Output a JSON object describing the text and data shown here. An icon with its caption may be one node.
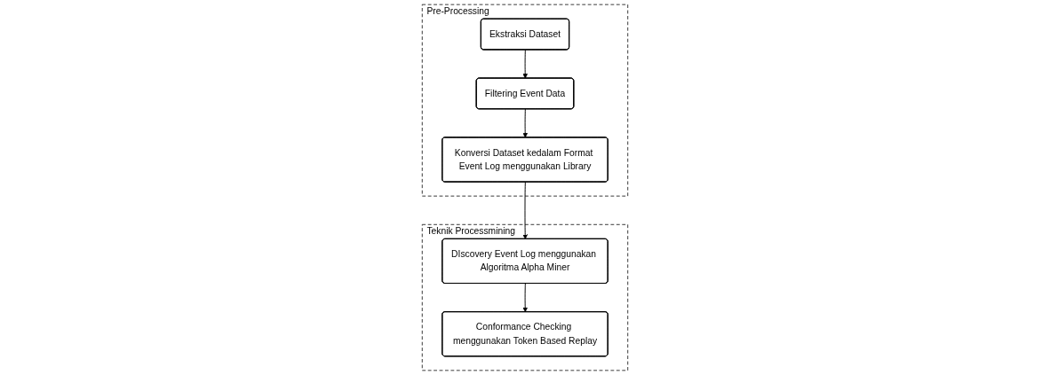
{
  "diagram": {
    "nodes": [
      {
        "text": [
          "Pre-Processing"
        ]
      },
      {
        "text": [
          "Ekstraksi Dataset"
        ],
        "in": 0
      },
      {
        "text": [
          "Filtering Event Data"
        ],
        "in": 0
      },
      {
        "text": [
          "Konversi Dataset kedalam Format Event Log menggunakan Library"
        ],
        "in": 0
      },
      {
        "text": [
          "Teknik Processmining"
        ]
      },
      {
        "text": [
          "Conformance Checking menggunakan Token Based Replay"
        ],
        "in": 4
      },
      {
        "text": [
          "DIscovery Event Log menggunakan Algoritma Alpha Miner"
        ],
        "in": 4
      }
    ],
    "edges": [
      {
        "from": 1,
        "to": 2,
        "arrow": "to"
      },
      {
        "from": 2,
        "to": 3,
        "arrow": "to"
      },
      {
        "from": 3,
        "to": 6,
        "arrow": "to"
      },
      {
        "from": 6,
        "to": 5,
        "arrow": "to"
      }
    ]
  }
}
